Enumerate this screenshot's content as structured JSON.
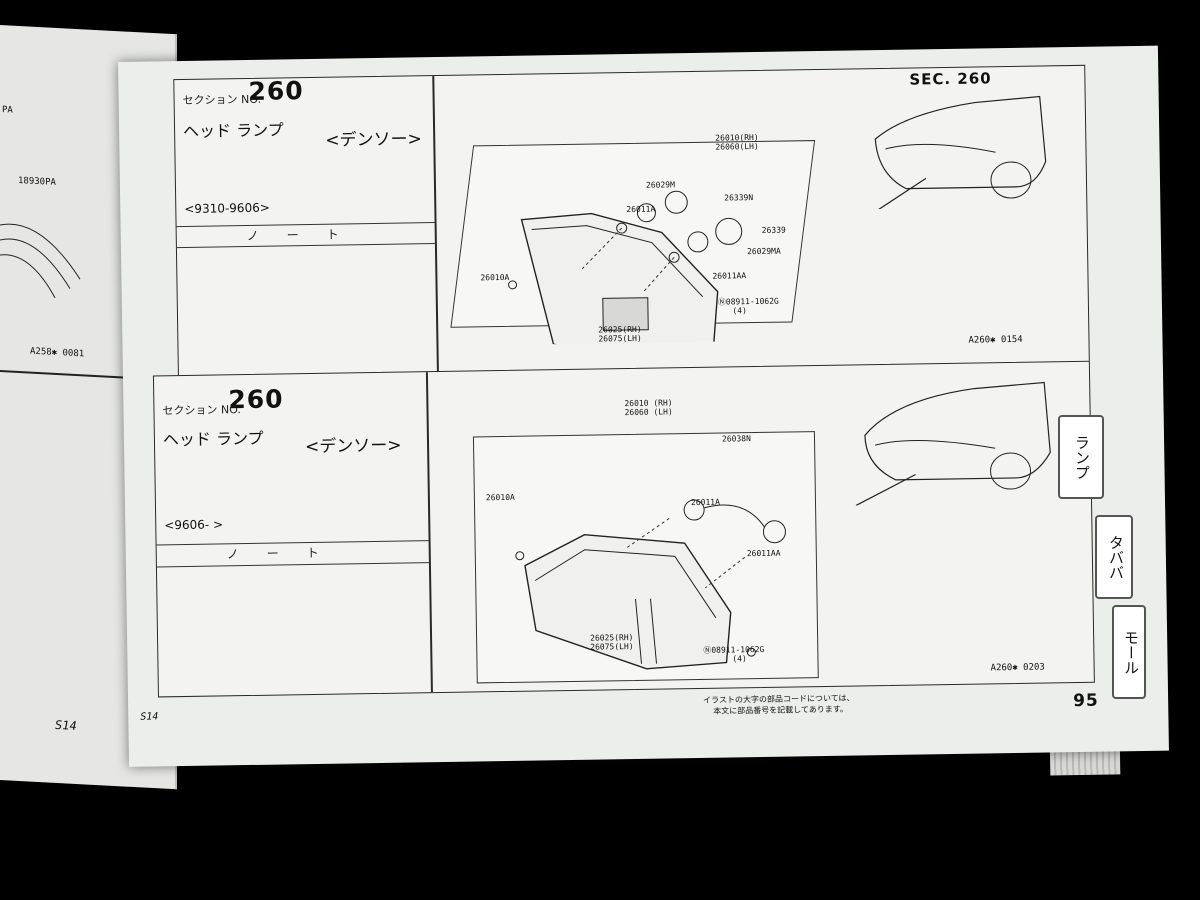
{
  "left_page": {
    "labels": [
      "PA",
      "18930PA",
      "A258✱ 0081",
      "S14"
    ]
  },
  "top_section": {
    "label": "セクション NO.",
    "number": "260",
    "title": "ヘッド ランプ",
    "maker": "<デンソー>",
    "range": "<9310-9606>",
    "note": "ノート",
    "sec_header": "SEC. 260",
    "figure_id": "A260✱ 0154",
    "parts": {
      "p1": "26010(RH)\n26060(LH)",
      "p2": "26029M",
      "p3": "26339N",
      "p4": "26011A",
      "p5": "26339",
      "p6": "26029MA",
      "p7": "26010A",
      "p8": "26011AA",
      "p9": "26025(RH)\n26075(LH)",
      "p10": "Ⓝ08911-1062G\n   (4)"
    }
  },
  "bottom_section": {
    "label": "セクション NO.",
    "number": "260",
    "title": "ヘッド ランプ",
    "maker": "<デンソー>",
    "range": "<9606-       >",
    "note": "ノート",
    "figure_id": "A260✱ 0203",
    "parts": {
      "p1": "26010 (RH)\n26060 (LH)",
      "p2": "26038N",
      "p3": "26010A",
      "p4": "26011A",
      "p5": "26011AA",
      "p6": "26025(RH)\n26075(LH)",
      "p7": "Ⓝ08911-1062G\n      (4)"
    }
  },
  "footer": {
    "left": "S14",
    "note_line1": "イラストの大字の部品コードについては、",
    "note_line2": "本文に部品番号を記載してあります。",
    "page_number": "95"
  },
  "index_tabs": [
    "ランプ",
    "タババ",
    "モール"
  ],
  "colors": {
    "paper": "#eceeeb",
    "ink": "#111111",
    "background": "#000000"
  }
}
